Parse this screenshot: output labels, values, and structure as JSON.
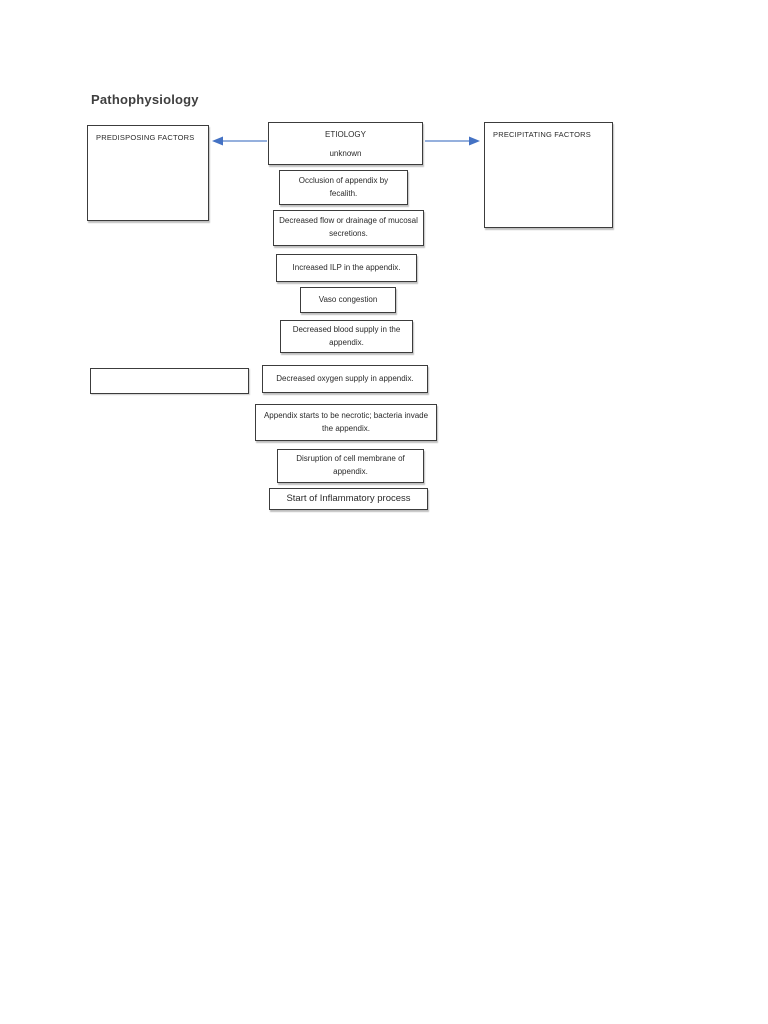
{
  "title": "Pathophysiology",
  "diagram": {
    "predisposing_label": "PREDISPOSING FACTORS",
    "precipitating_label": "PRECIPITATING FACTORS",
    "etiology": {
      "title": "ETIOLOGY",
      "value": "unknown"
    },
    "chain": [
      "Occlusion of appendix by fecalith.",
      "Decreased flow or drainage of mucosal secretions.",
      "Increased ILP in the appendix.",
      "Vaso congestion",
      "Decreased blood supply in the appendix.",
      "Decreased oxygen supply in appendix.",
      "Appendix starts to be necrotic; bacteria invade the appendix.",
      "Disruption of cell membrane of appendix.",
      "Start of Inflammatory process"
    ],
    "colors": {
      "arrow": "#4472c4",
      "box_border": "#3c3c3c"
    }
  }
}
